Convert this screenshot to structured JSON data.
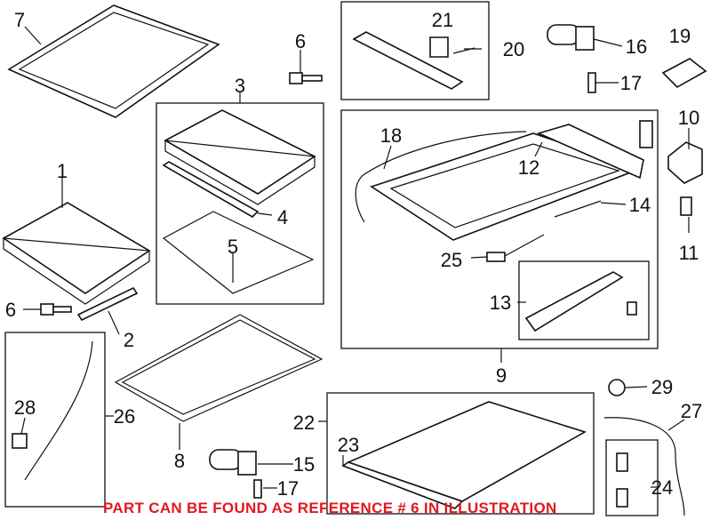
{
  "diagram": {
    "callouts": [
      "7",
      "6",
      "3",
      "1",
      "4",
      "5",
      "6",
      "2",
      "21",
      "20",
      "16",
      "19",
      "17",
      "10",
      "18",
      "12",
      "14",
      "11",
      "25",
      "13",
      "9",
      "28",
      "26",
      "8",
      "22",
      "23",
      "15",
      "17",
      "29",
      "27",
      "24"
    ],
    "notice": "PART CAN BE FOUND AS REFERENCE # 6 IN ILLUSTRATION",
    "notice_color": "#e0191e"
  }
}
